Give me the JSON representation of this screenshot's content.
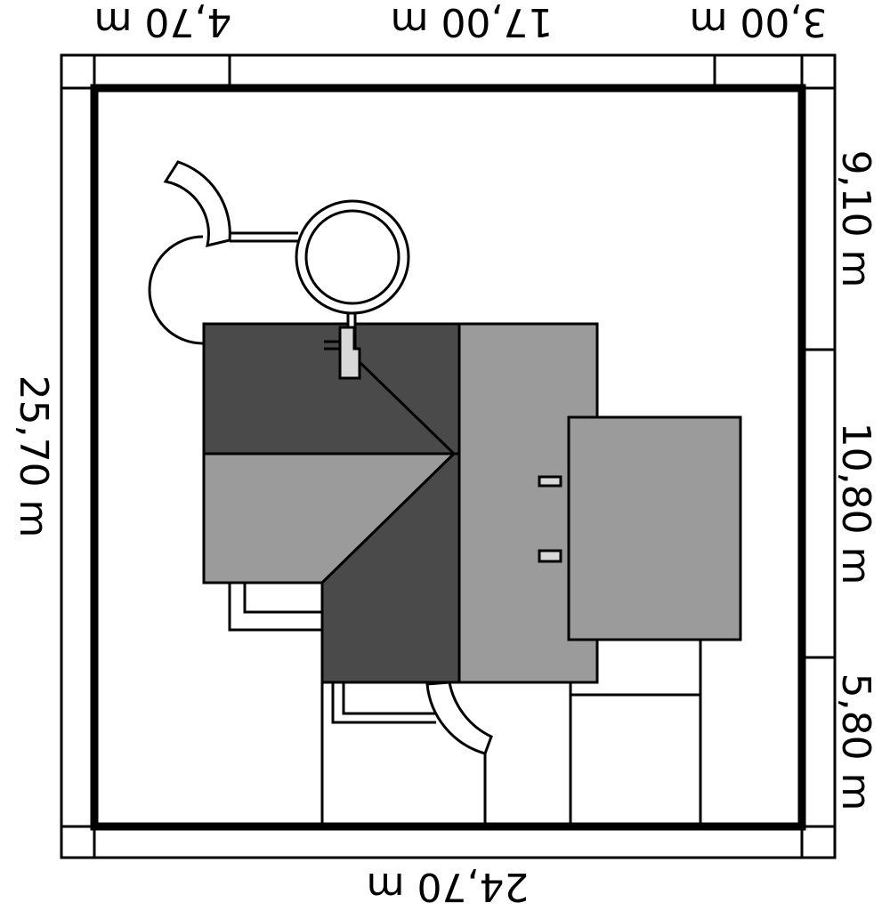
{
  "dimensions": {
    "top_left": "4,70 m",
    "top_middle": "17,00 m",
    "top_right": "3,00 m",
    "bottom": "24,70 m",
    "left": "25,70 m",
    "right_top": "9,10 m",
    "right_middle": "10,80 m",
    "right_bottom": "5,80 m"
  },
  "colors": {
    "roof_dark": "#4a4a4a",
    "roof_light": "#9b9b9b",
    "chimney": "#d9d9d9",
    "line": "#000000",
    "background": "#ffffff"
  }
}
